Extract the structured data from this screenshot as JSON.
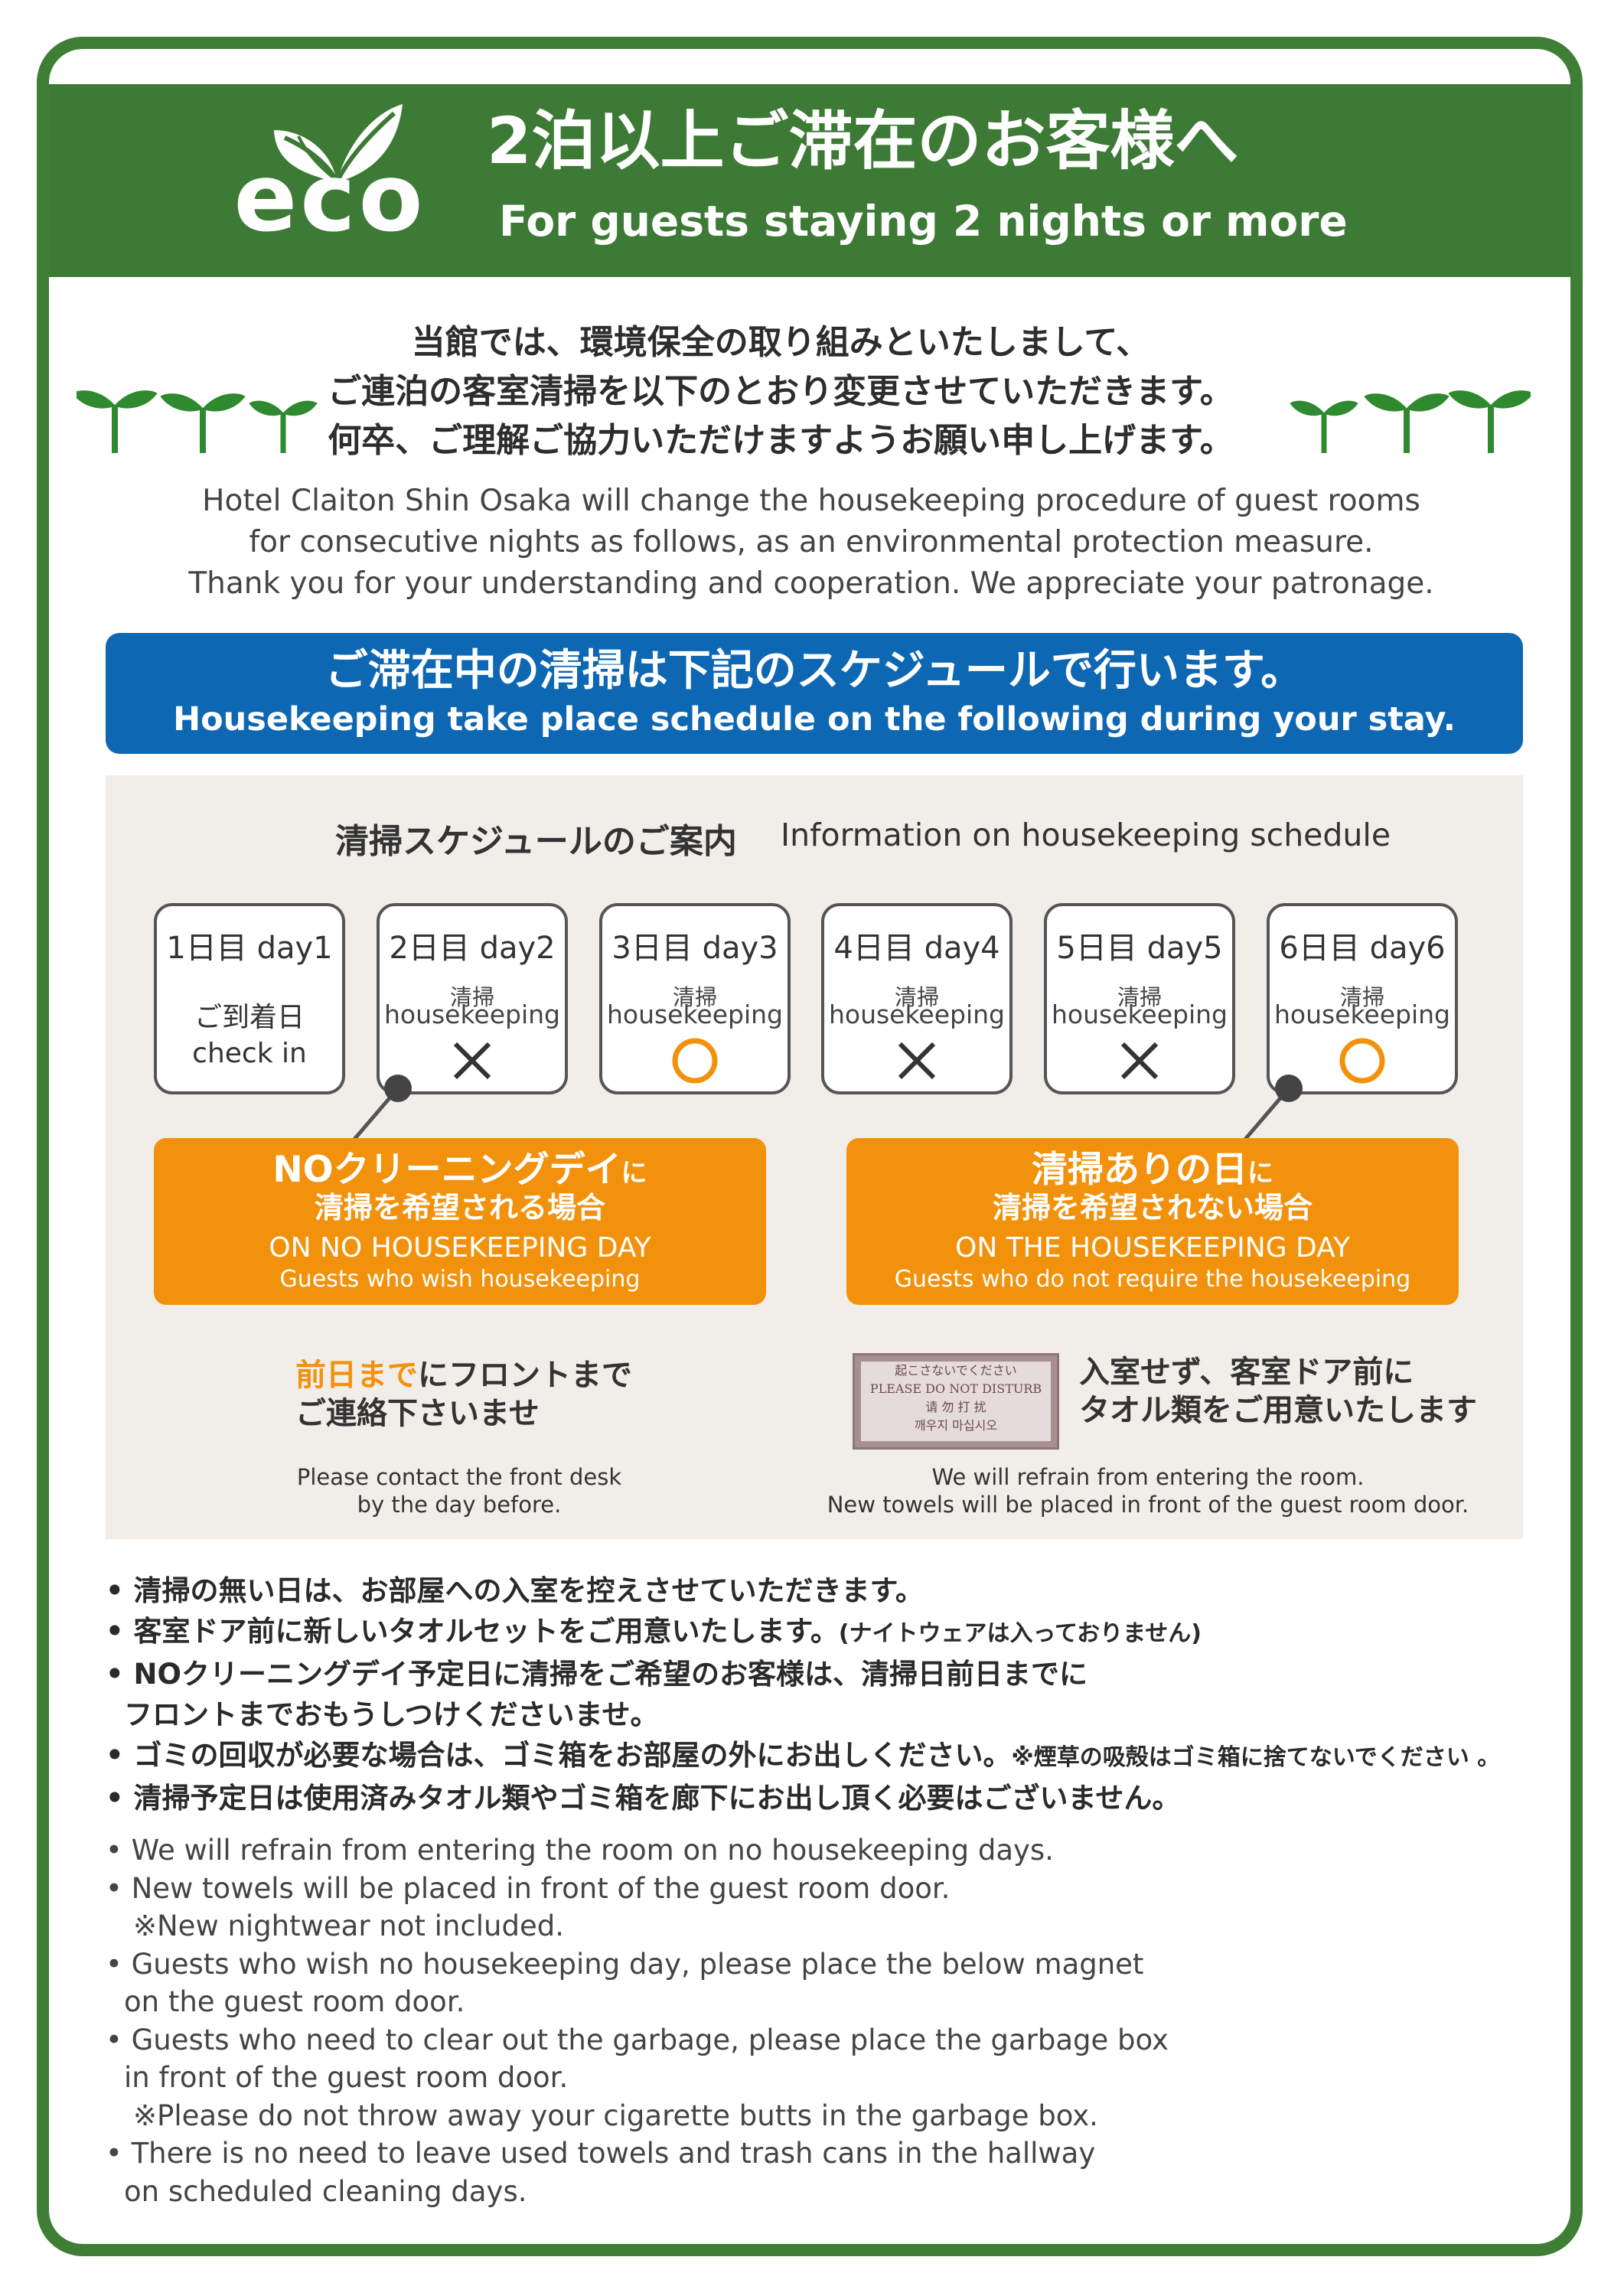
{
  "header": {
    "logo_text": "eco",
    "title_ja": "2泊以上ご滞在のお客様へ",
    "title_en": "For guests staying 2 nights or more"
  },
  "intro": {
    "ja_lines": [
      "当館では、環境保全の取り組みといたしまして、",
      "ご連泊の客室清掃を以下のとおり変更させていただきます。",
      "何卒、ご理解ご協力いただけますようお願い申し上げます。"
    ],
    "en_lines": [
      "Hotel Claiton Shin Osaka will change the housekeeping procedure of guest rooms",
      "for consecutive nights as follows, as an environmental protection measure.",
      "Thank you for your understanding and cooperation. We appreciate your patronage."
    ]
  },
  "banner": {
    "ja": "ご滞在中の清掃は下記のスケジュールで行います。",
    "en": "Housekeeping take place schedule on the following during your stay."
  },
  "schedule": {
    "title_ja": "清掃スケジュールのご案内",
    "title_en": "Information on housekeeping schedule",
    "days": [
      {
        "label": "1日目 day1",
        "line1": "ご到着日",
        "line2": "check in",
        "mark": "none"
      },
      {
        "label": "2日目 day2",
        "hk_ja": "清掃",
        "hk_en": "housekeeping",
        "mark": "cross"
      },
      {
        "label": "3日目 day3",
        "hk_ja": "清掃",
        "hk_en": "housekeeping",
        "mark": "circle"
      },
      {
        "label": "4日目 day4",
        "hk_ja": "清掃",
        "hk_en": "housekeeping",
        "mark": "cross"
      },
      {
        "label": "5日目 day5",
        "hk_ja": "清掃",
        "hk_en": "housekeeping",
        "mark": "cross"
      },
      {
        "label": "6日目 day6",
        "hk_ja": "清掃",
        "hk_en": "housekeeping",
        "mark": "circle"
      }
    ]
  },
  "no_cleaning": {
    "l1_main": "NOクリーニングデイ",
    "l1_suffix": "に",
    "l2": "清掃を希望される場合",
    "l3": "ON NO HOUSEKEEPING DAY",
    "l4": "Guests who wish housekeeping",
    "contact_hl": "前日まで",
    "contact_rest": "にフロントまで",
    "contact_l2": "ご連絡下さいませ",
    "contact_en_1": "Please contact the front desk",
    "contact_en_2": "by the day before."
  },
  "cleaning_day": {
    "l1_main": "清掃ありの日",
    "l1_suffix": "に",
    "l2": "清掃を希望されない場合",
    "l3": "ON THE HOUSEKEEPING DAY",
    "l4": "Guests who do not require  the housekeeping",
    "sign_lines": [
      "起こさないでください",
      "PLEASE DO NOT DISTURB",
      "请 勿 打 扰",
      "깨우지 마십시오"
    ],
    "refrain_ja_1": "入室せず、客室ドア前に",
    "refrain_ja_2": "タオル類をご用意いたします",
    "refrain_en_1": "We will refrain from entering the room.",
    "refrain_en_2": "New towels will be placed in front of the guest room door."
  },
  "notes_ja": {
    "n1": "• 清掃の無い日は、お部屋への入室を控えさせていただきます。",
    "n2_main": "• 客室ドア前に新しいタオルセットをご用意いたします。",
    "n2_small": "(ナイトウェアは入っておりません)",
    "n3a": "• NOクリーニングデイ予定日に清掃をご希望のお客様は、清掃日前日までに",
    "n3b": "  フロントまでおもうしつけくださいませ。",
    "n4_main": "• ゴミの回収が必要な場合は、ゴミ箱をお部屋の外にお出しください。",
    "n4_small": "※煙草の吸殻はゴミ箱に捨てないでください 。",
    "n5": "• 清掃予定日は使用済みタオル類やゴミ箱を廊下にお出し頂く必要はございません。"
  },
  "notes_en": [
    "• We will refrain from entering the room on no housekeeping days.",
    "• New towels will be placed in front of the guest room door.",
    "    ※New nightwear not included.",
    "• Guests who wish no housekeeping day, please place the below magnet",
    "   on the guest room door.",
    "• Guests who need to clear out the garbage, please place the garbage box",
    "   in front of the guest room door.",
    "    ※Please do not throw away your cigarette butts in the garbage box.",
    "• There is no need to leave used towels and trash cans in the hallway",
    "   on scheduled cleaning days."
  ],
  "colors": {
    "green": "#3d7a35",
    "blue": "#0d67b3",
    "orange": "#f2920c",
    "beige": "#f1eeea"
  }
}
